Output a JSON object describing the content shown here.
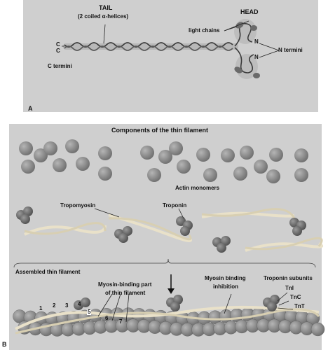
{
  "panel_a": {
    "letter": "A",
    "tail_label": "TAIL",
    "tail_sublabel": "(2 coiled α-helices)",
    "head_label": "HEAD",
    "light_chains_label": "light chains",
    "c_label_1": "C",
    "c_label_2": "C",
    "c_termini_label": "C termini",
    "n_label_1": "N",
    "n_label_2": "N",
    "n_termini_label": "N termini"
  },
  "panel_b": {
    "letter": "B",
    "title": "Components of the thin filament",
    "actin_monomers_label": "Actin monomers",
    "tropomyosin_label": "Tropomyosin",
    "troponin_label": "Troponin",
    "assembled_label": "Assembled thin filament",
    "myosin_binding_part_line1": "Myosin-binding part",
    "myosin_binding_part_line2": "of thin filament",
    "myosin_binding_inhibition_line1": "Myosin binding",
    "myosin_binding_inhibition_line2": "inhibition",
    "troponin_subunits_label": "Troponin subunits",
    "subunit_tni": "TnI",
    "subunit_tnc": "TnC",
    "subunit_tnt": "TnT",
    "numbers": [
      "1",
      "2",
      "3",
      "4",
      "5",
      "6",
      "7"
    ]
  },
  "colors": {
    "panel_bg": "#cfcfcf",
    "actin": "#8f8f8f",
    "troponin": "#6f6f6f",
    "tropomyosin": "#e9e1c9",
    "myosin_head": "#b9b9b9",
    "light_chain": "#6a6a6a"
  }
}
